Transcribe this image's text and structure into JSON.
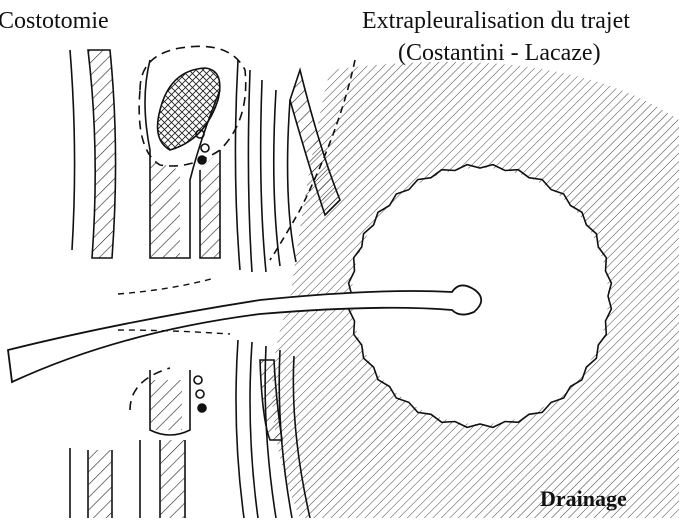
{
  "labels": {
    "left": "Costotomie",
    "right_line1": "Extrapleuralisation du trajet",
    "right_line2": "(Costantini - Lacaze)",
    "bottom": "Drainage"
  },
  "colors": {
    "ink": "#111111",
    "background": "#ffffff"
  }
}
